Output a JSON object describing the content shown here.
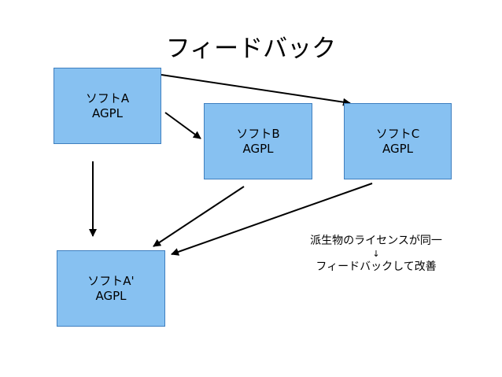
{
  "title": "フィードバック",
  "boxes": {
    "a": {
      "name": "ソフトA",
      "license": "AGPL"
    },
    "b": {
      "name": "ソフトB",
      "license": "AGPL"
    },
    "c": {
      "name": "ソフトC",
      "license": "AGPL"
    },
    "a2": {
      "name": "ソフトA'",
      "license": "AGPL"
    }
  },
  "note": {
    "line1": "派生物のライセンスが同一",
    "arrow": "↓",
    "line2": "フィードバックして改善"
  },
  "colors": {
    "box_fill": "#87c1f1",
    "box_border": "#3f7fbf",
    "arrow": "#000000"
  }
}
